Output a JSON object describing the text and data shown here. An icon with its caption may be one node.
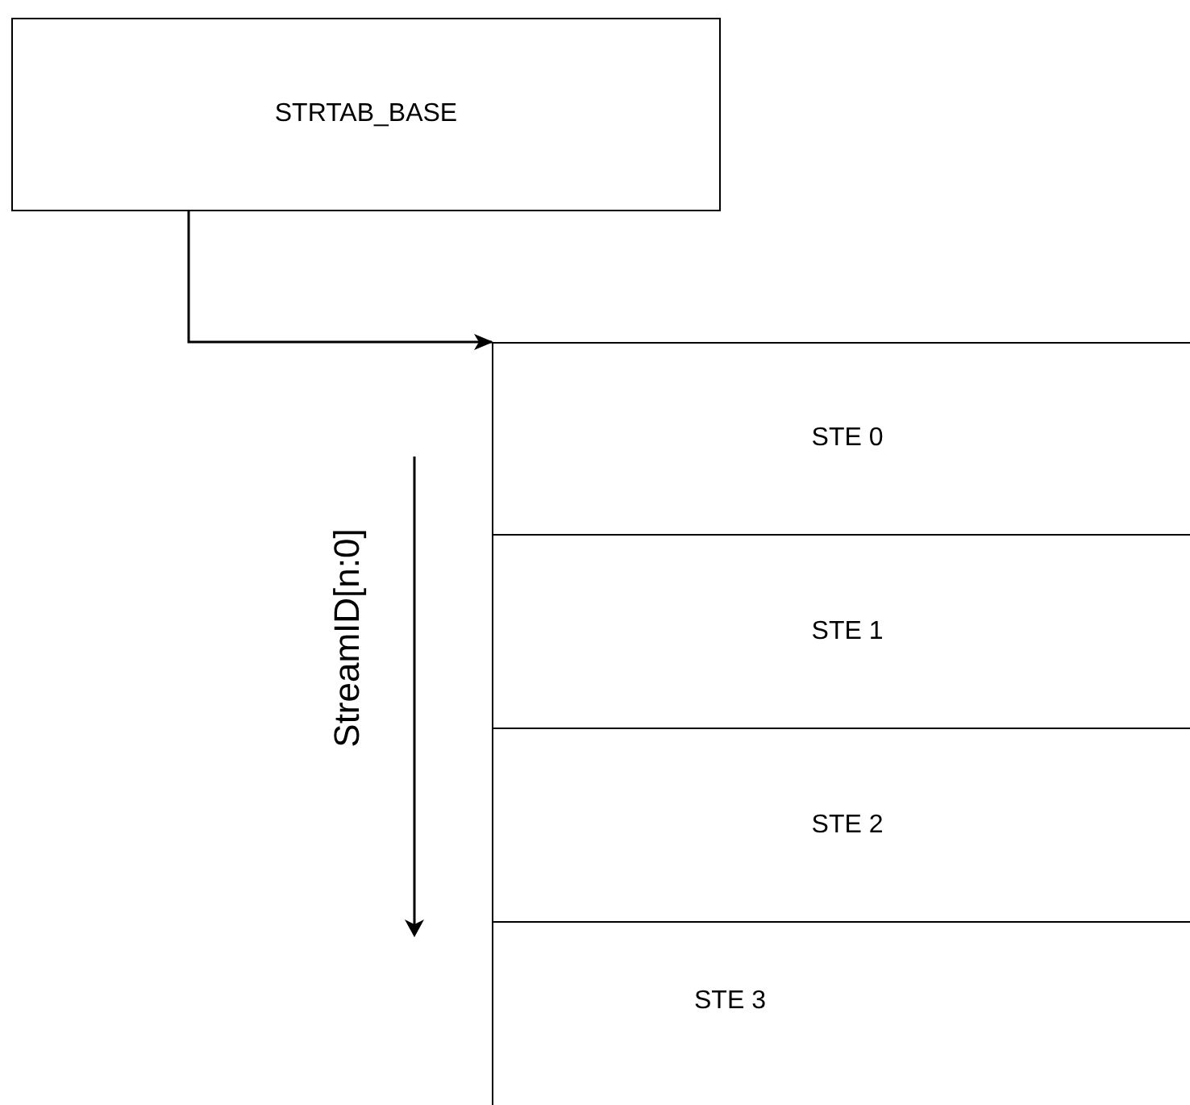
{
  "diagram": {
    "nodes": [
      {
        "text": [
          "STRTAB_BASE"
        ]
      },
      {
        "text": [
          "STE 0"
        ]
      },
      {
        "text": [
          "STE 1"
        ]
      },
      {
        "text": [
          "STE 2"
        ]
      },
      {
        "text": [
          "STE 3"
        ]
      }
    ],
    "edges": [
      {
        "from": 0,
        "to": 1,
        "arrow": "to"
      }
    ],
    "labels": [
      "StreamID[n:0]"
    ]
  }
}
